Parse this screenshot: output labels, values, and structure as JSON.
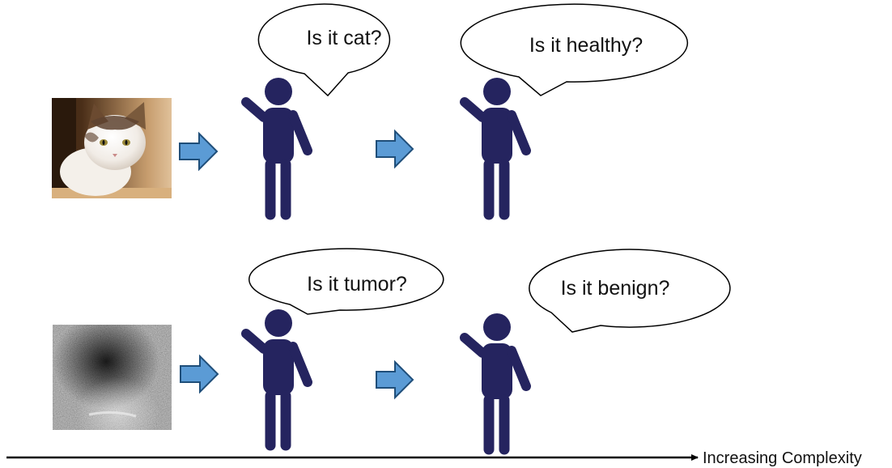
{
  "rows": [
    {
      "image": "cat-photo",
      "questions": [
        "Is it cat?",
        "Is it healthy?"
      ]
    },
    {
      "image": "ultrasound-image",
      "questions": [
        "Is it tumor?",
        "Is it benign?"
      ]
    }
  ],
  "axis": {
    "label": "Increasing Complexity"
  },
  "colors": {
    "person": "#25245f",
    "arrow_fill": "#5b9bd5",
    "arrow_stroke": "#1f4e79",
    "bubble_stroke": "#000000",
    "axis": "#000000"
  }
}
